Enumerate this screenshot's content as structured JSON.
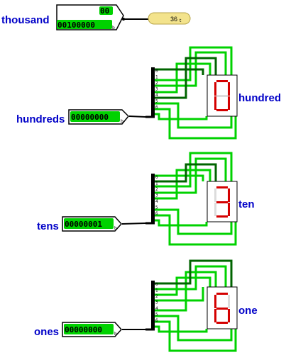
{
  "labels": {
    "thousand": "thousand",
    "hundreds": "hundreds",
    "tens": "tens",
    "ones": "ones",
    "hundred": "hundred",
    "ten": "ten",
    "one": "one"
  },
  "thousand_input": {
    "top_bits": "00",
    "bottom_bits": "00100000",
    "radix_suffix": "b"
  },
  "output_probe": {
    "value": "36",
    "suffix": "t"
  },
  "hundreds_input": {
    "bits": "00000000",
    "radix_suffix": "b"
  },
  "tens_input": {
    "bits": "00000001",
    "radix_suffix": "b"
  },
  "ones_input": {
    "bits": "00000000",
    "radix_suffix": "b"
  },
  "splitter_pins": [
    "0",
    "1",
    "2",
    "3",
    "4",
    "5",
    "6"
  ],
  "displays": {
    "hundred": {
      "digit": "0",
      "on_segments": [
        "a",
        "b",
        "c",
        "d",
        "e",
        "f"
      ]
    },
    "ten": {
      "digit": "3",
      "on_segments": [
        "a",
        "b",
        "c",
        "d",
        "g"
      ]
    },
    "one": {
      "digit": "6",
      "on_segments": [
        "a",
        "c",
        "d",
        "e",
        "f",
        "g"
      ]
    }
  },
  "colors": {
    "wire_on": "#00d200",
    "wire_off": "#006400",
    "label": "#0000c8",
    "segment_on": "#d40000",
    "segment_off": "#dcdcdc",
    "probe_fill": "#f3e38c"
  }
}
